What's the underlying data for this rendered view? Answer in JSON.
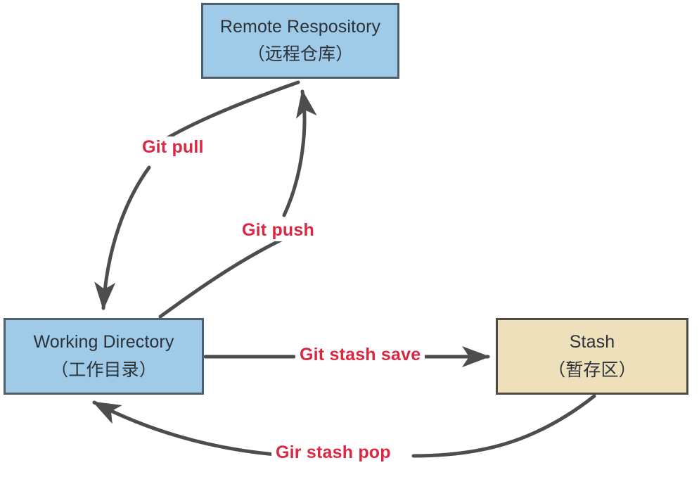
{
  "diagram": {
    "title": "Git workflow diagram",
    "colors": {
      "node_blue_fill": "#9FCAE8",
      "node_blue_border": "#4E5E6A",
      "node_tan_fill": "#EFE0BC",
      "node_tan_border": "#4F4B43",
      "edge_stroke": "#4D4D4D",
      "label_red": "#DC2743",
      "node_text": "#2B3339",
      "background": "#FFFFFF"
    },
    "nodes": [
      {
        "id": "remote",
        "title_en": "Remote Respository",
        "title_zh": "（远程仓库）"
      },
      {
        "id": "working",
        "title_en": "Working Directory",
        "title_zh": "（工作目录）"
      },
      {
        "id": "stash",
        "title_en": "Stash",
        "title_zh": "（暂存区）"
      }
    ],
    "edges": [
      {
        "id": "pull",
        "label": "Git pull",
        "from": "remote",
        "to": "working",
        "style": "curved",
        "arrow": "down"
      },
      {
        "id": "push",
        "label": "Git push",
        "from": "working",
        "to": "remote",
        "style": "curved",
        "arrow": "up"
      },
      {
        "id": "stash-save",
        "label": "Git stash save",
        "from": "working",
        "to": "stash",
        "style": "straight",
        "arrow": "right"
      },
      {
        "id": "stash-pop",
        "label": "Gir stash pop",
        "from": "stash",
        "to": "working",
        "style": "curved",
        "arrow": "left"
      }
    ]
  }
}
